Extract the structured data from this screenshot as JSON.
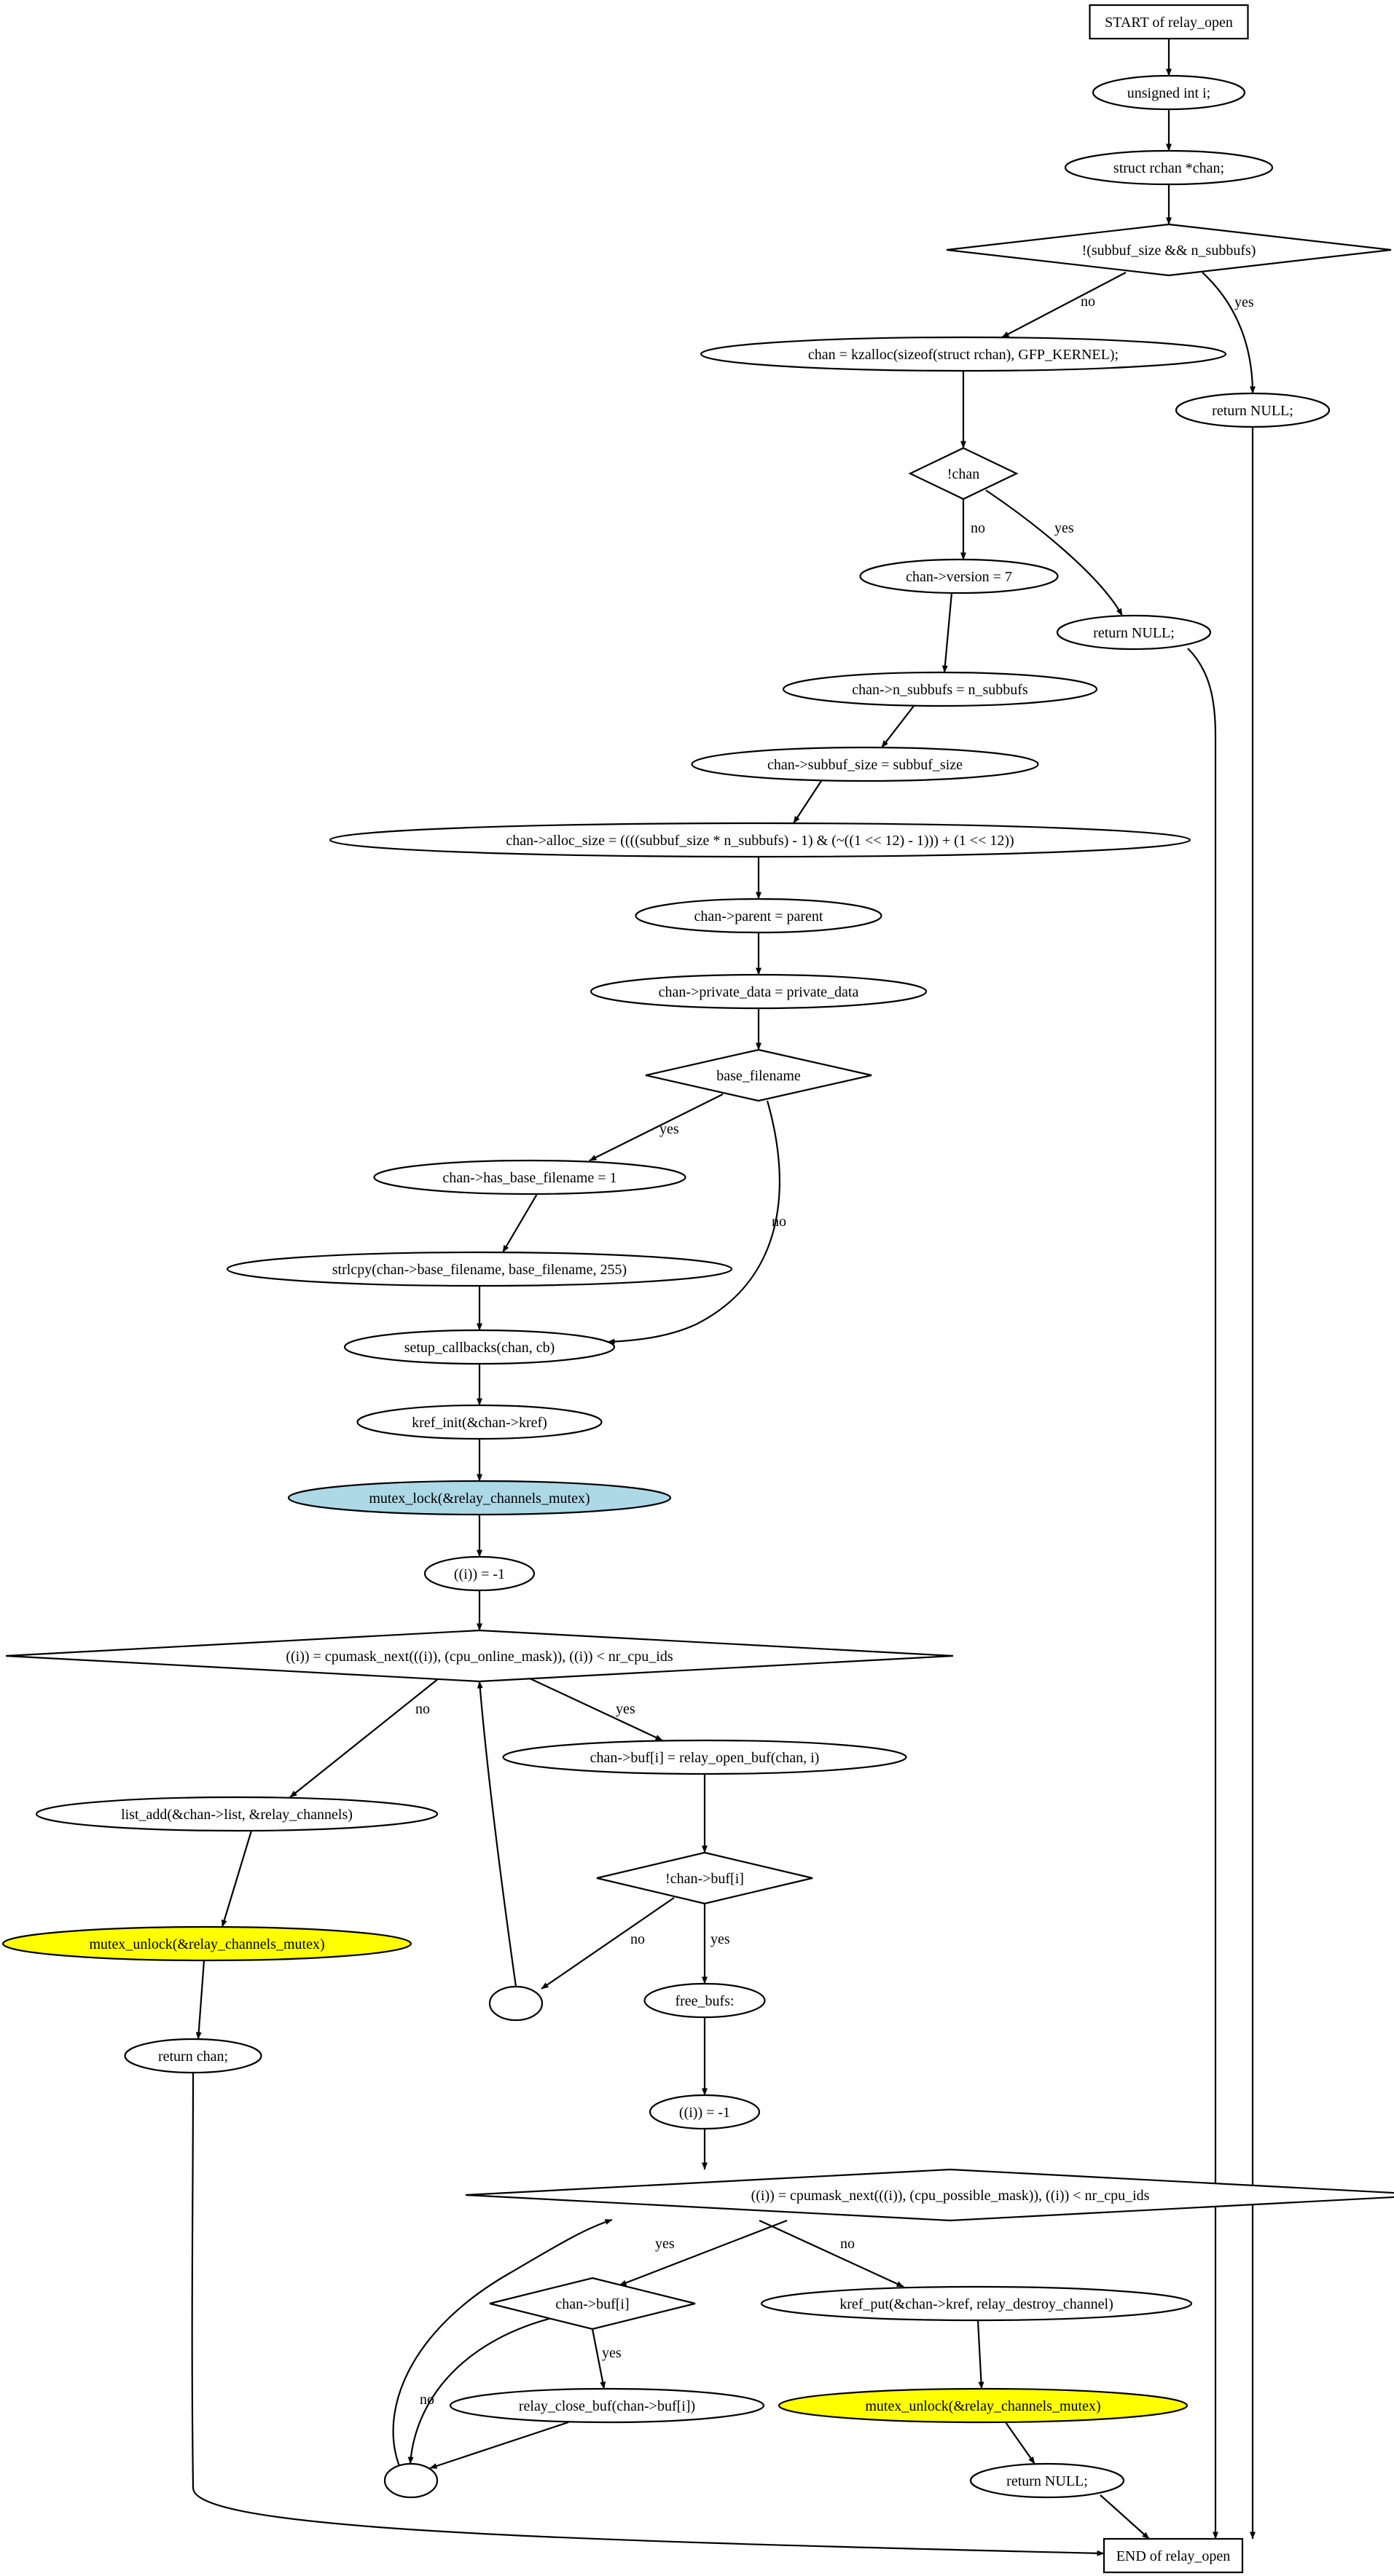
{
  "nodes": {
    "start": {
      "label": "START of relay_open",
      "shape": "box",
      "fill": "#ffffff"
    },
    "decl_i": {
      "label": "unsigned int i;",
      "shape": "ellipse",
      "fill": "#ffffff"
    },
    "decl_chan": {
      "label": "struct rchan *chan;",
      "shape": "ellipse",
      "fill": "#ffffff"
    },
    "cond_subbuf": {
      "label": "!(subbuf_size && n_subbufs)",
      "shape": "diamond",
      "fill": "#ffffff"
    },
    "kzalloc": {
      "label": "chan = kzalloc(sizeof(struct rchan), GFP_KERNEL);",
      "shape": "ellipse",
      "fill": "#ffffff"
    },
    "ret_null_1": {
      "label": "return NULL;",
      "shape": "ellipse",
      "fill": "#ffffff"
    },
    "cond_chan": {
      "label": "!chan",
      "shape": "diamond",
      "fill": "#ffffff"
    },
    "set_version": {
      "label": "chan->version = 7",
      "shape": "ellipse",
      "fill": "#ffffff"
    },
    "ret_null_2": {
      "label": "return NULL;",
      "shape": "ellipse",
      "fill": "#ffffff"
    },
    "set_nsubbufs": {
      "label": "chan->n_subbufs = n_subbufs",
      "shape": "ellipse",
      "fill": "#ffffff"
    },
    "set_subbufsz": {
      "label": "chan->subbuf_size = subbuf_size",
      "shape": "ellipse",
      "fill": "#ffffff"
    },
    "set_alloc": {
      "label": "chan->alloc_size = ((((subbuf_size * n_subbufs) - 1) & (~((1 << 12) - 1))) + (1 << 12))",
      "shape": "ellipse",
      "fill": "#ffffff"
    },
    "set_parent": {
      "label": "chan->parent = parent",
      "shape": "ellipse",
      "fill": "#ffffff"
    },
    "set_private": {
      "label": "chan->private_data = private_data",
      "shape": "ellipse",
      "fill": "#ffffff"
    },
    "cond_base": {
      "label": "base_filename",
      "shape": "diamond",
      "fill": "#ffffff"
    },
    "set_hasbase": {
      "label": "chan->has_base_filename = 1",
      "shape": "ellipse",
      "fill": "#ffffff"
    },
    "strlcpy": {
      "label": "strlcpy(chan->base_filename, base_filename, 255)",
      "shape": "ellipse",
      "fill": "#ffffff"
    },
    "setup_cb": {
      "label": "setup_callbacks(chan, cb)",
      "shape": "ellipse",
      "fill": "#ffffff"
    },
    "kref_init": {
      "label": "kref_init(&chan->kref)",
      "shape": "ellipse",
      "fill": "#ffffff"
    },
    "mutex_lock": {
      "label": "mutex_lock(&relay_channels_mutex)",
      "shape": "ellipse",
      "fill": "#add8e6"
    },
    "i_init_1": {
      "label": "((i)) = -1",
      "shape": "ellipse",
      "fill": "#ffffff"
    },
    "loop_online": {
      "label": "((i)) = cpumask_next(((i)), (cpu_online_mask)), ((i)) < nr_cpu_ids",
      "shape": "diamond",
      "fill": "#ffffff"
    },
    "open_buf": {
      "label": "chan->buf[i] = relay_open_buf(chan, i)",
      "shape": "ellipse",
      "fill": "#ffffff"
    },
    "list_add": {
      "label": "list_add(&chan->list, &relay_channels)",
      "shape": "ellipse",
      "fill": "#ffffff"
    },
    "cond_buf_i": {
      "label": "!chan->buf[i]",
      "shape": "diamond",
      "fill": "#ffffff"
    },
    "unlock_1": {
      "label": "mutex_unlock(&relay_channels_mutex)",
      "shape": "ellipse",
      "fill": "#ffff00"
    },
    "join_1": {
      "label": "",
      "shape": "ellipse",
      "fill": "#ffffff"
    },
    "free_bufs": {
      "label": "free_bufs:",
      "shape": "ellipse",
      "fill": "#ffffff"
    },
    "ret_chan": {
      "label": "return chan;",
      "shape": "ellipse",
      "fill": "#ffffff"
    },
    "i_init_2": {
      "label": "((i)) = -1",
      "shape": "ellipse",
      "fill": "#ffffff"
    },
    "loop_possible": {
      "label": "((i)) = cpumask_next(((i)), (cpu_possible_mask)), ((i)) < nr_cpu_ids",
      "shape": "diamond",
      "fill": "#ffffff"
    },
    "cond_buf_i_2": {
      "label": "chan->buf[i]",
      "shape": "diamond",
      "fill": "#ffffff"
    },
    "kref_put": {
      "label": "kref_put(&chan->kref, relay_destroy_channel)",
      "shape": "ellipse",
      "fill": "#ffffff"
    },
    "close_buf": {
      "label": "relay_close_buf(chan->buf[i])",
      "shape": "ellipse",
      "fill": "#ffffff"
    },
    "unlock_2": {
      "label": "mutex_unlock(&relay_channels_mutex)",
      "shape": "ellipse",
      "fill": "#ffff00"
    },
    "join_2": {
      "label": "",
      "shape": "ellipse",
      "fill": "#ffffff"
    },
    "ret_null_3": {
      "label": "return NULL;",
      "shape": "ellipse",
      "fill": "#ffffff"
    },
    "end": {
      "label": "END of relay_open",
      "shape": "box",
      "fill": "#ffffff"
    }
  },
  "edges": [
    {
      "from": "start",
      "to": "decl_i",
      "label": ""
    },
    {
      "from": "decl_i",
      "to": "decl_chan",
      "label": ""
    },
    {
      "from": "decl_chan",
      "to": "cond_subbuf",
      "label": ""
    },
    {
      "from": "cond_subbuf",
      "to": "kzalloc",
      "label": "no"
    },
    {
      "from": "cond_subbuf",
      "to": "ret_null_1",
      "label": "yes"
    },
    {
      "from": "kzalloc",
      "to": "cond_chan",
      "label": ""
    },
    {
      "from": "cond_chan",
      "to": "set_version",
      "label": "no"
    },
    {
      "from": "cond_chan",
      "to": "ret_null_2",
      "label": "yes"
    },
    {
      "from": "set_version",
      "to": "set_nsubbufs",
      "label": ""
    },
    {
      "from": "set_nsubbufs",
      "to": "set_subbufsz",
      "label": ""
    },
    {
      "from": "set_subbufsz",
      "to": "set_alloc",
      "label": ""
    },
    {
      "from": "set_alloc",
      "to": "set_parent",
      "label": ""
    },
    {
      "from": "set_parent",
      "to": "set_private",
      "label": ""
    },
    {
      "from": "set_private",
      "to": "cond_base",
      "label": ""
    },
    {
      "from": "cond_base",
      "to": "set_hasbase",
      "label": "yes"
    },
    {
      "from": "cond_base",
      "to": "setup_cb",
      "label": "no"
    },
    {
      "from": "set_hasbase",
      "to": "strlcpy",
      "label": ""
    },
    {
      "from": "strlcpy",
      "to": "setup_cb",
      "label": ""
    },
    {
      "from": "setup_cb",
      "to": "kref_init",
      "label": ""
    },
    {
      "from": "kref_init",
      "to": "mutex_lock",
      "label": ""
    },
    {
      "from": "mutex_lock",
      "to": "i_init_1",
      "label": ""
    },
    {
      "from": "i_init_1",
      "to": "loop_online",
      "label": ""
    },
    {
      "from": "loop_online",
      "to": "list_add",
      "label": "no"
    },
    {
      "from": "loop_online",
      "to": "open_buf",
      "label": "yes"
    },
    {
      "from": "open_buf",
      "to": "cond_buf_i",
      "label": ""
    },
    {
      "from": "cond_buf_i",
      "to": "join_1",
      "label": "no"
    },
    {
      "from": "cond_buf_i",
      "to": "free_bufs",
      "label": "yes"
    },
    {
      "from": "join_1",
      "to": "loop_online",
      "label": ""
    },
    {
      "from": "list_add",
      "to": "unlock_1",
      "label": ""
    },
    {
      "from": "unlock_1",
      "to": "ret_chan",
      "label": ""
    },
    {
      "from": "free_bufs",
      "to": "i_init_2",
      "label": ""
    },
    {
      "from": "i_init_2",
      "to": "loop_possible",
      "label": ""
    },
    {
      "from": "loop_possible",
      "to": "cond_buf_i_2",
      "label": "yes"
    },
    {
      "from": "loop_possible",
      "to": "kref_put",
      "label": "no"
    },
    {
      "from": "cond_buf_i_2",
      "to": "close_buf",
      "label": "yes"
    },
    {
      "from": "cond_buf_i_2",
      "to": "join_2",
      "label": "no"
    },
    {
      "from": "close_buf",
      "to": "join_2",
      "label": ""
    },
    {
      "from": "join_2",
      "to": "loop_possible",
      "label": ""
    },
    {
      "from": "kref_put",
      "to": "unlock_2",
      "label": ""
    },
    {
      "from": "unlock_2",
      "to": "ret_null_3",
      "label": ""
    },
    {
      "from": "ret_null_3",
      "to": "end",
      "label": ""
    },
    {
      "from": "ret_null_2",
      "to": "end",
      "label": ""
    },
    {
      "from": "ret_null_1",
      "to": "end",
      "label": ""
    },
    {
      "from": "ret_chan",
      "to": "end",
      "label": ""
    }
  ]
}
